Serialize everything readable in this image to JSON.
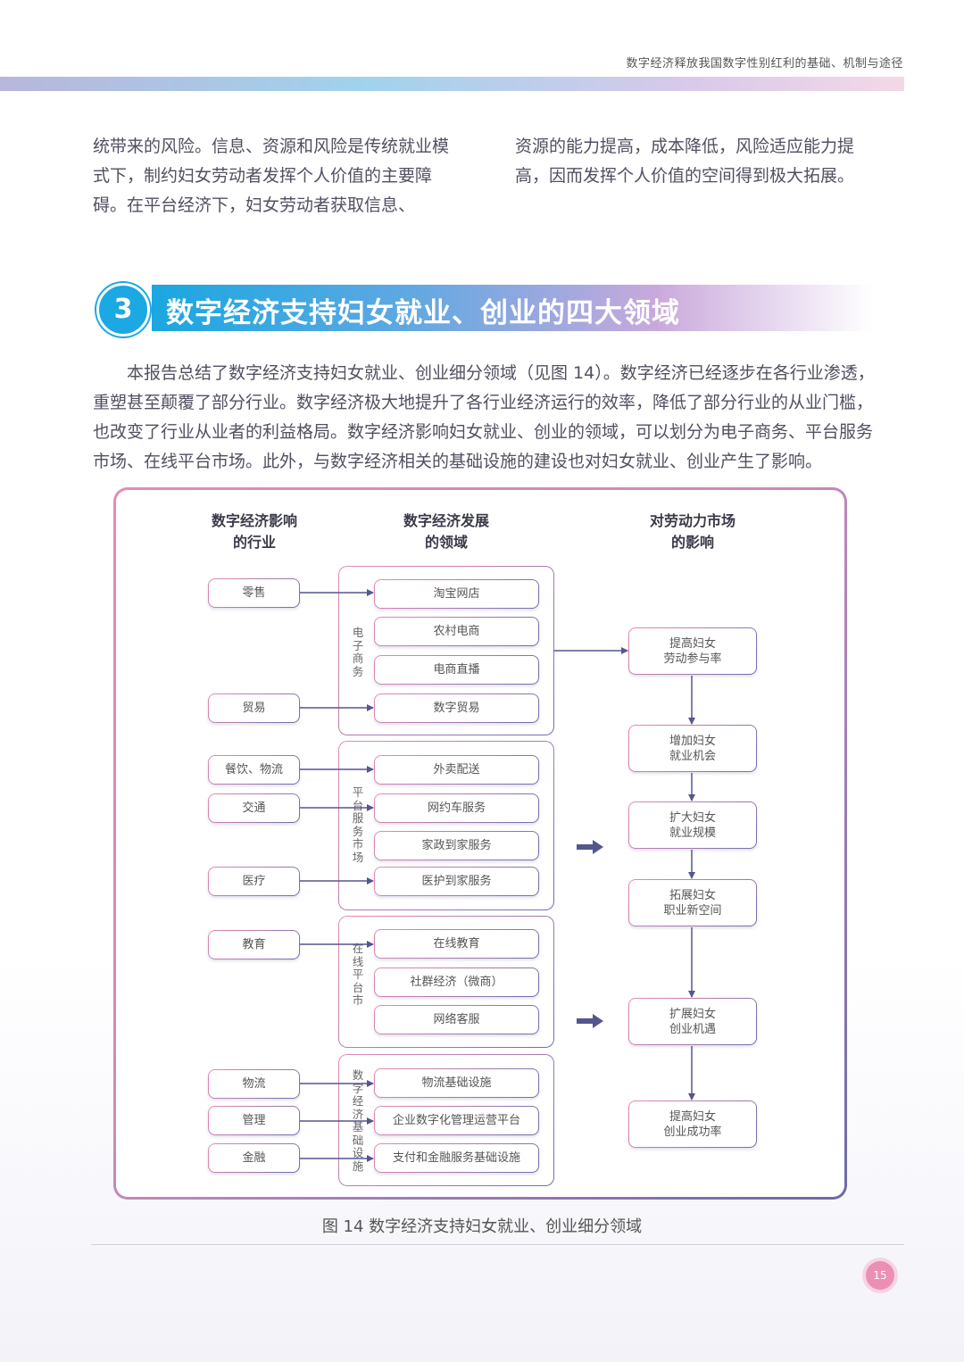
{
  "header": {
    "title": "数字经济释放我国数字性别红利的基础、机制与途径"
  },
  "body_left": "统带来的风险。信息、资源和风险是传统就业模式下，制约妇女劳动者发挥个人价值的主要障碍。在平台经济下，妇女劳动者获取信息、",
  "body_right": "资源的能力提高，成本降低，风险适应能力提高，因而发挥个人价值的空间得到极大拓展。",
  "section": {
    "number": "3",
    "title": "数字经济支持妇女就业、创业的四大领域"
  },
  "intro": "本报告总结了数字经济支持妇女就业、创业细分领域（见图 14）。数字经济已经逐步在各行业渗透，重塑甚至颠覆了部分行业。数字经济极大地提升了各行业经济运行的效率，降低了部分行业的从业门槛，也改变了行业从业者的利益格局。数字经济影响妇女就业、创业的领域，可以划分为电子商务、平台服务市场、在线平台市场。此外，与数字经济相关的基础设施的建设也对妇女就业、创业产生了影响。",
  "diagram": {
    "col_heads": {
      "industry": "数字经济影响\n的行业",
      "domain": "数字经济发展\n的领域",
      "impact": "对劳动力市场\n的影响"
    },
    "industries": [
      "零售",
      "贸易",
      "餐饮、物流",
      "交通",
      "医疗",
      "教育",
      "物流",
      "管理",
      "金融"
    ],
    "groups": [
      "电子商务",
      "平台服务市场",
      "在线平台市",
      "数字经济基础设施"
    ],
    "domains": [
      "淘宝网店",
      "农村电商",
      "电商直播",
      "数字贸易",
      "外卖配送",
      "网约车服务",
      "家政到家服务",
      "医护到家服务",
      "在线教育",
      "社群经济（微商）",
      "网络客服",
      "物流基础设施",
      "企业数字化管理运营平台",
      "支付和金融服务基础设施"
    ],
    "impacts": [
      "提高妇女\n劳动参与率",
      "增加妇女\n就业机会",
      "扩大妇女\n就业规模",
      "拓展妇女\n职业新空间",
      "扩展妇女\n创业机遇",
      "提高妇女\n创业成功率"
    ]
  },
  "caption": "图 14 数字经济支持妇女就业、创业细分领域",
  "page_number": "15"
}
